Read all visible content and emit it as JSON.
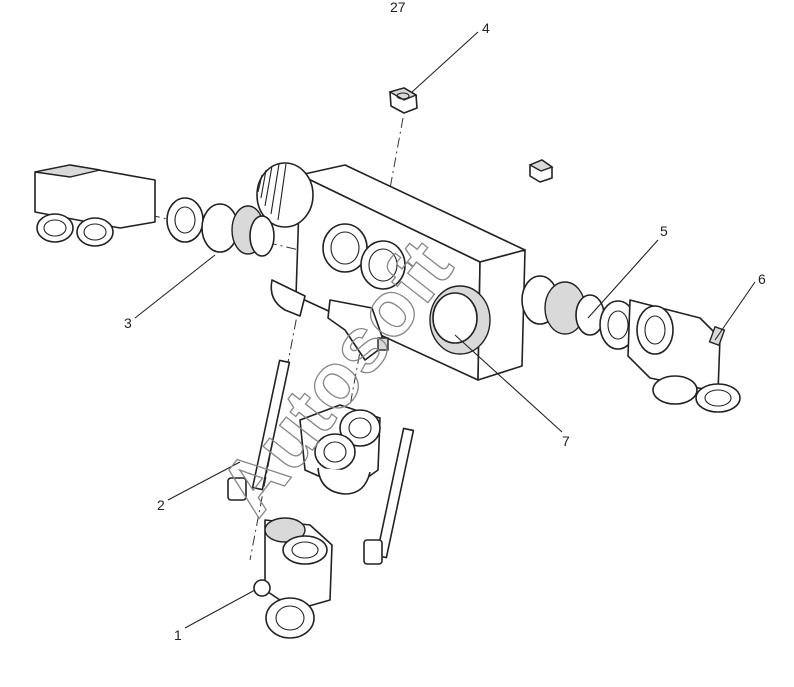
{
  "callouts": [
    {
      "number": "1"
    },
    {
      "number": "2"
    },
    {
      "number": "3"
    },
    {
      "number": "4"
    },
    {
      "number": "5"
    },
    {
      "number": "6"
    },
    {
      "number": "7"
    }
  ],
  "top_mark": "27",
  "watermark": "Autosoft"
}
